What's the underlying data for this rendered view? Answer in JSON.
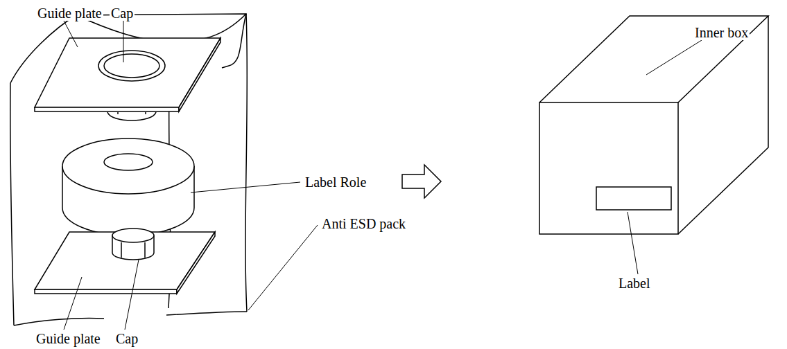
{
  "diagram": {
    "labels": [
      "Guide plate",
      "Cap",
      "Label Role",
      "Anti ESD pack",
      "Guide plate",
      "Cap",
      "Inner box",
      "Label"
    ]
  }
}
